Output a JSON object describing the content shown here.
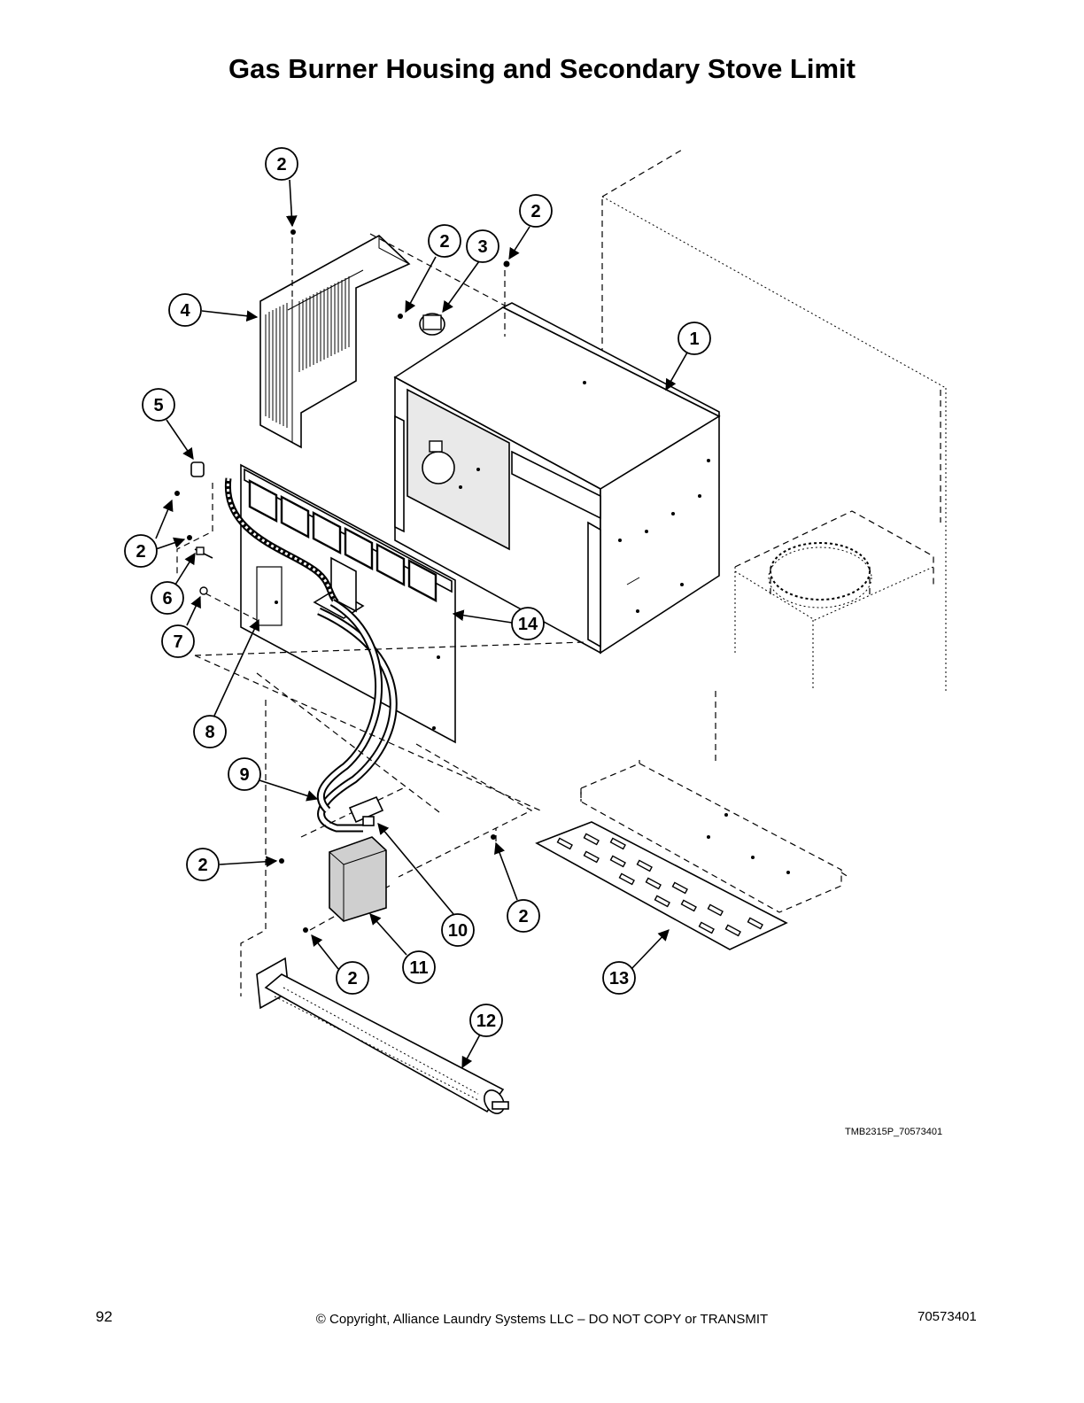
{
  "page": {
    "title": "Gas Burner Housing and Secondary Stove Limit",
    "drawing_id": "TMB2315P_70573401",
    "page_number": "92",
    "copyright": "© Copyright, Alliance Laundry Systems LLC – DO NOT COPY or TRANSMIT",
    "document_number": "70573401"
  },
  "callouts": [
    {
      "id": "c2a",
      "label": "2"
    },
    {
      "id": "c2b",
      "label": "2"
    },
    {
      "id": "c3",
      "label": "3"
    },
    {
      "id": "c2c",
      "label": "2"
    },
    {
      "id": "c4",
      "label": "4"
    },
    {
      "id": "c1",
      "label": "1"
    },
    {
      "id": "c5",
      "label": "5"
    },
    {
      "id": "c2d",
      "label": "2"
    },
    {
      "id": "c6",
      "label": "6"
    },
    {
      "id": "c7",
      "label": "7"
    },
    {
      "id": "c14",
      "label": "14"
    },
    {
      "id": "c8",
      "label": "8"
    },
    {
      "id": "c9",
      "label": "9"
    },
    {
      "id": "c2e",
      "label": "2"
    },
    {
      "id": "c10",
      "label": "10"
    },
    {
      "id": "c2f",
      "label": "2"
    },
    {
      "id": "c11",
      "label": "11"
    },
    {
      "id": "c2g",
      "label": "2"
    },
    {
      "id": "c13",
      "label": "13"
    },
    {
      "id": "c12",
      "label": "12"
    }
  ]
}
